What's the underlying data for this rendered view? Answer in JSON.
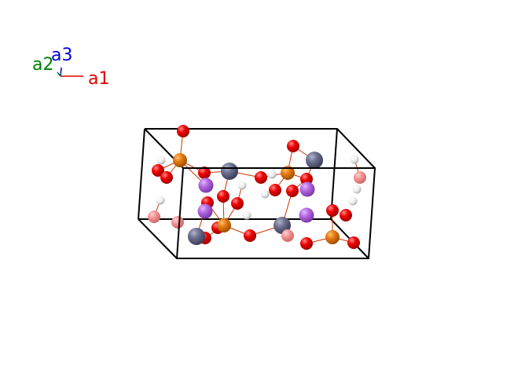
{
  "axes": {
    "a1": {
      "label": "a1",
      "color": "#e00000"
    },
    "a2": {
      "label": "a2",
      "color": "#008000"
    },
    "a3": {
      "label": "a3",
      "color": "#0000e0"
    }
  },
  "colors": {
    "oxygen": "#e60000",
    "oxygen_faded": "#f08080",
    "phosphorus": "#e07a10",
    "metal": "#6b6f8e",
    "alkali": "#b266e0",
    "hydrogen": "#f2f2f2",
    "cell_edge": "#000000",
    "bond": "#cc3300"
  }
}
